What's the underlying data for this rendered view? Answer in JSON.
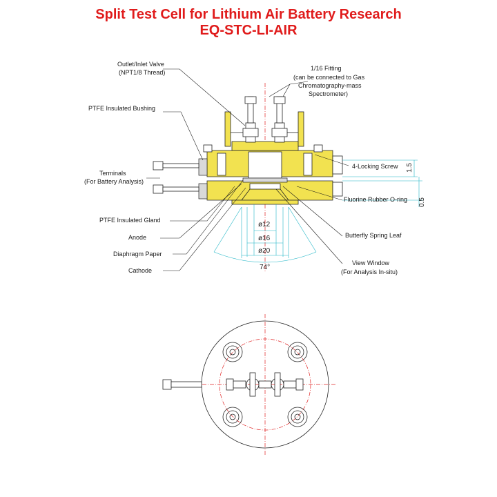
{
  "title": {
    "line1": "Split Test Cell for Lithium Air Battery Research",
    "line2": "EQ-STC-LI-AIR"
  },
  "labels": {
    "outlet_valve": "Outlet/Inlet Valve",
    "outlet_valve_2": "(NPT1/8 Thread)",
    "fitting_1": "1/16 Fitting",
    "fitting_2": "(can be connected to Gas",
    "fitting_3": "Chromatography-mass",
    "fitting_4": "Spectrometer)",
    "ptfe_bushing": "PTFE Insulated Bushing",
    "terminals_1": "Terminals",
    "terminals_2": "(For Battery Analysis)",
    "locking_screw": "4-Locking Screw",
    "fluorine_oring": "Fluorine Rubber O-ring",
    "ptfe_gland": "PTFE Insulated Gland",
    "anode": "Anode",
    "butterfly": "Butterfly Spring Leaf",
    "diaphragm": "Diaphragm Paper",
    "view_window_1": "View Window",
    "view_window_2": "(For Analysis In-situ)",
    "cathode": "Cathode"
  },
  "dimensions": {
    "d12": "ø12",
    "d16": "ø16",
    "d20": "ø20",
    "angle": "74°",
    "dim_15": "1.5",
    "dim_05": "0.5"
  },
  "colors": {
    "title": "#e01b1b",
    "body_fill": "#f2e250",
    "centerline": "#e02020",
    "dimension": "#1fb5c6"
  }
}
